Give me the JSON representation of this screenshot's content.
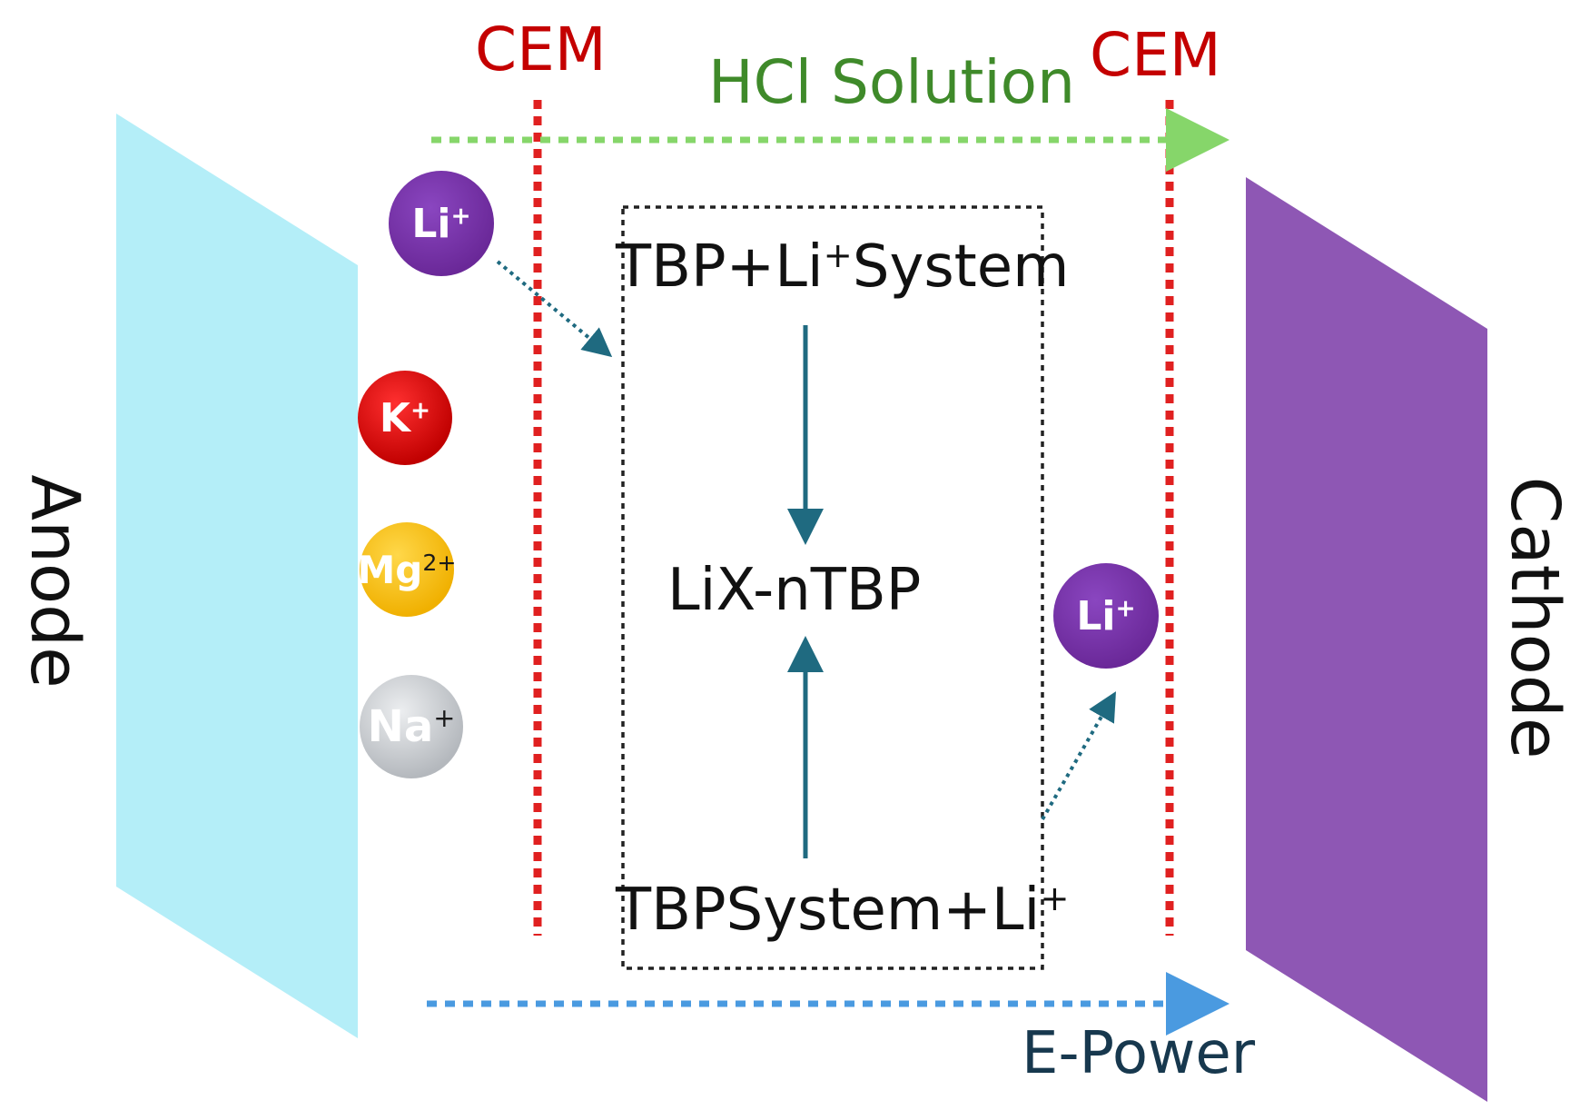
{
  "diagram": {
    "membrane_left_label": "CEM",
    "membrane_right_label": "CEM",
    "flow_top_label": "HCl Solution",
    "flow_bottom_label": "E-Power",
    "electrode_left_label": "Anode",
    "electrode_right_label": "Cathode",
    "box_top_main": "TBP+Li",
    "box_top_sup": "+",
    "box_top_tail": "System",
    "box_middle": "LiX-nTBP",
    "box_bottom_main": "TBPSystem+Li",
    "box_bottom_sup": "+",
    "ions": {
      "li_left": {
        "base": "Li",
        "charge": "+"
      },
      "k": {
        "base": "K",
        "charge": "+"
      },
      "mg": {
        "base": "Mg",
        "charge": "2+"
      },
      "na": {
        "base": "Na",
        "charge": "+"
      },
      "li_right": {
        "base": "Li",
        "charge": "+"
      }
    }
  },
  "colors": {
    "anode": "#b4eef8",
    "cathode": "#8e57b4",
    "membrane": "#e02020",
    "hcl_arrow": "#86d66a",
    "epower_arrow": "#4a9ae0",
    "reaction_arrow": "#1f6a80",
    "li_ion": "#7030a0",
    "k_ion": "#d40000",
    "mg_ion": "#ffc000",
    "na_ion": "#c9ccd0"
  }
}
